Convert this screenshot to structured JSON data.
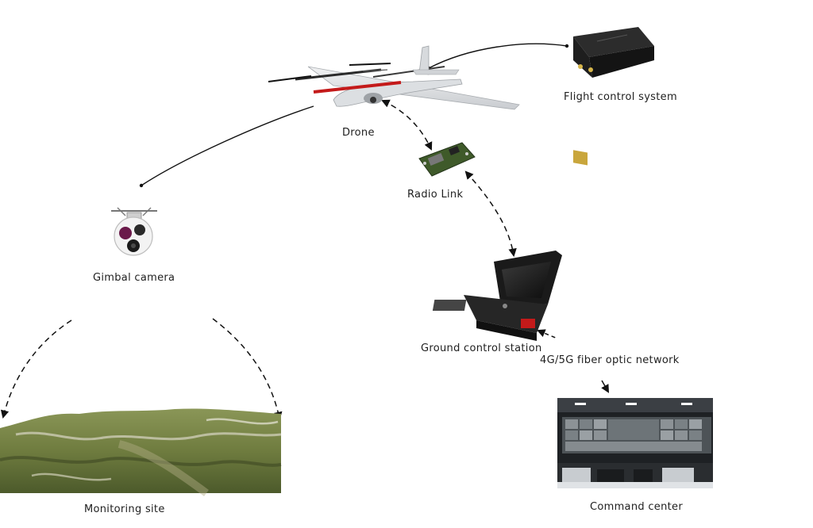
{
  "labels": {
    "drone": "Drone",
    "flight_control": "Flight control system",
    "radio_link": "Radio Link",
    "gimbal_camera": "Gimbal camera",
    "ground_station": "Ground control station",
    "network": "4G/5G fiber optic network",
    "monitoring_site": "Monitoring site",
    "command_center": "Command center"
  },
  "colors": {
    "drone_body": "#e4e6e8",
    "drone_accent": "#c41a1a",
    "device_dark": "#1b1b1b",
    "pcb_green": "#3f5a2a",
    "terrain_green": "#6d7d3e",
    "connector": "#111111"
  }
}
